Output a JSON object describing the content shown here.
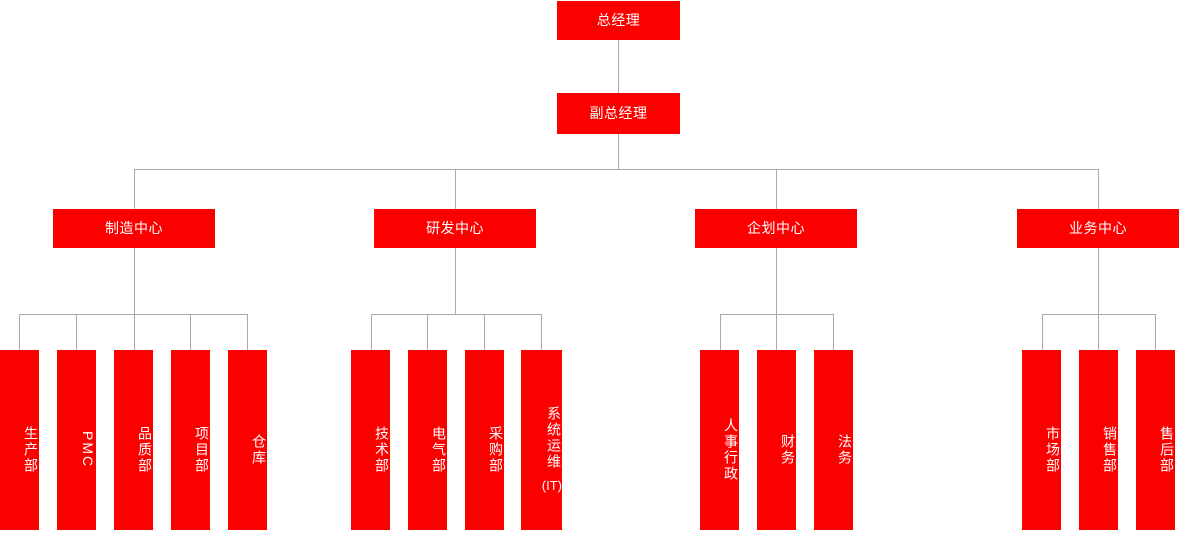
{
  "diagram": {
    "type": "org-chart",
    "colors": {
      "node_fill": "#fc0000",
      "node_text": "#ffffff",
      "connector": "#aaaaaa",
      "background": "#ffffff"
    },
    "levels": {
      "level1": [
        {
          "id": "gm",
          "label": "总经理"
        }
      ],
      "level2": [
        {
          "id": "dgm",
          "label": "副总经理"
        }
      ],
      "level3": [
        {
          "id": "mfg",
          "label": "制造中心"
        },
        {
          "id": "rnd",
          "label": "研发中心"
        },
        {
          "id": "plan",
          "label": "企划中心"
        },
        {
          "id": "biz",
          "label": "业务中心"
        }
      ],
      "level4": [
        {
          "id": "prod",
          "label": "生产部",
          "parent": "mfg"
        },
        {
          "id": "pmc",
          "label": "PMC",
          "parent": "mfg"
        },
        {
          "id": "qa",
          "label": "品质部",
          "parent": "mfg"
        },
        {
          "id": "proj",
          "label": "项目部",
          "parent": "mfg"
        },
        {
          "id": "wh",
          "label": "仓库",
          "parent": "mfg"
        },
        {
          "id": "tech",
          "label": "技术部",
          "parent": "rnd"
        },
        {
          "id": "elec",
          "label": "电气部",
          "parent": "rnd"
        },
        {
          "id": "purch",
          "label": "采购部",
          "parent": "rnd"
        },
        {
          "id": "it",
          "label": "系统运维",
          "sublabel": "(IT)",
          "parent": "rnd"
        },
        {
          "id": "hr",
          "label": "人事行政",
          "parent": "plan"
        },
        {
          "id": "fin",
          "label": "财务",
          "parent": "plan"
        },
        {
          "id": "legal",
          "label": "法务",
          "parent": "plan"
        },
        {
          "id": "mkt",
          "label": "市场部",
          "parent": "biz"
        },
        {
          "id": "sales",
          "label": "销售部",
          "parent": "biz"
        },
        {
          "id": "after",
          "label": "售后部",
          "parent": "biz"
        }
      ]
    }
  }
}
